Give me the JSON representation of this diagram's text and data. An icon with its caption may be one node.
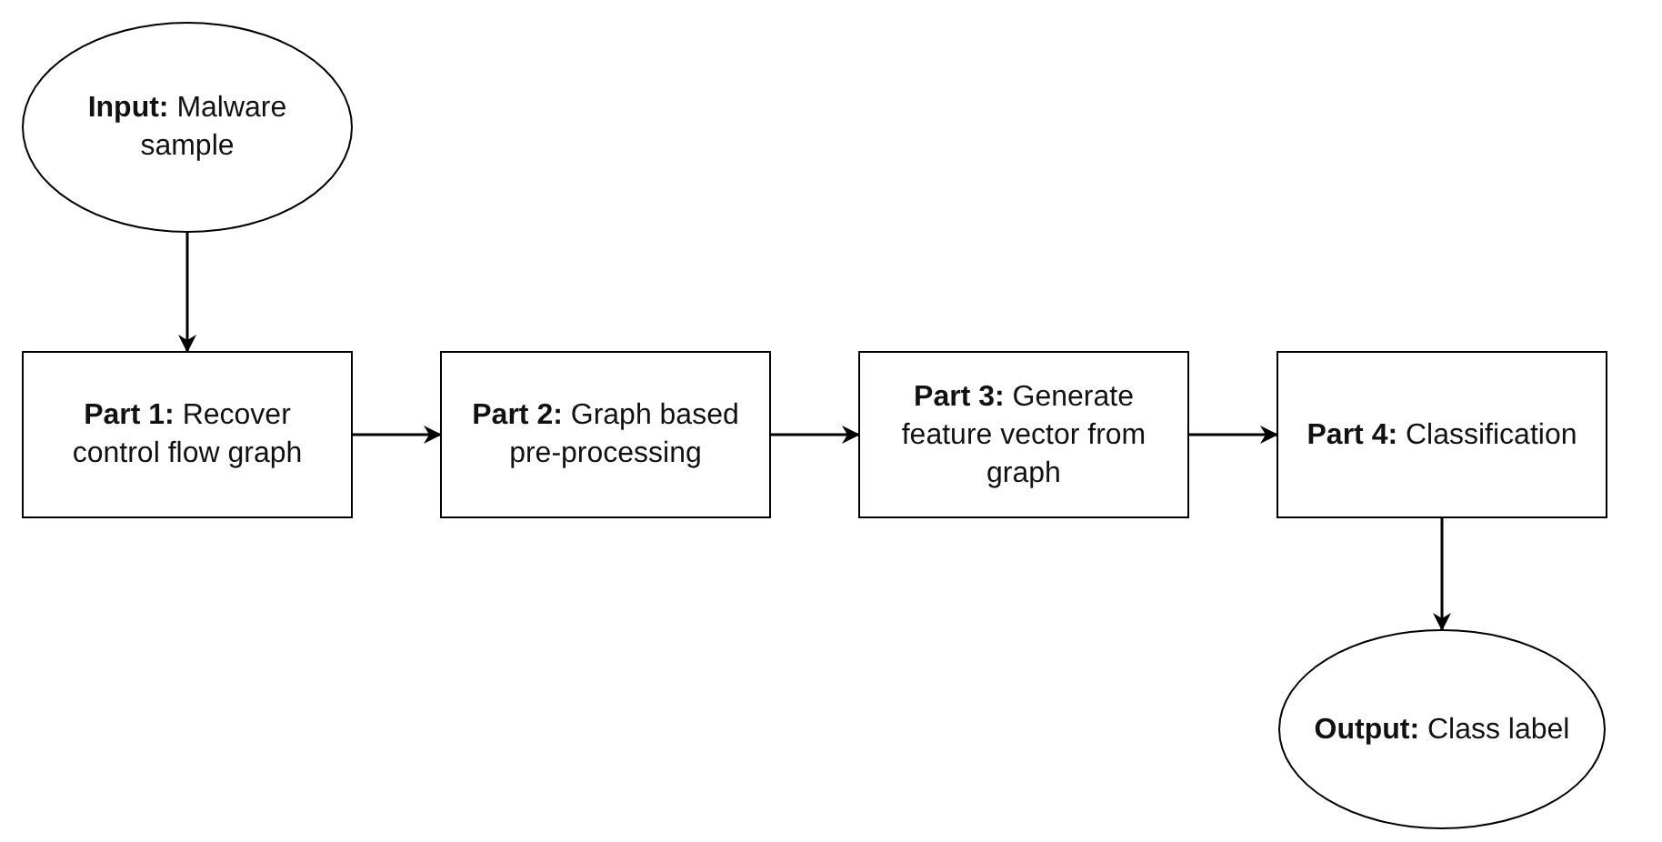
{
  "diagram": {
    "nodes": [
      {
        "text": [
          "**Input:** Malware sample"
        ]
      },
      {
        "text": [
          "**Part 1:** Recover control flow graph"
        ]
      },
      {
        "text": [
          "**Part 2:** Graph based pre-processing"
        ]
      },
      {
        "text": [
          "**Part 3:** Generate feature vector from graph"
        ]
      },
      {
        "text": [
          "**Part 4:** Classification"
        ]
      },
      {
        "text": [
          "**Output:** Class label"
        ]
      }
    ],
    "edges": [
      {
        "from": 0,
        "to": 1,
        "arrow": "to"
      },
      {
        "from": 1,
        "to": 2,
        "arrow": "to"
      },
      {
        "from": 2,
        "to": 3,
        "arrow": "to"
      },
      {
        "from": 3,
        "to": 4,
        "arrow": "to"
      },
      {
        "from": 4,
        "to": 5,
        "arrow": "to"
      }
    ]
  }
}
